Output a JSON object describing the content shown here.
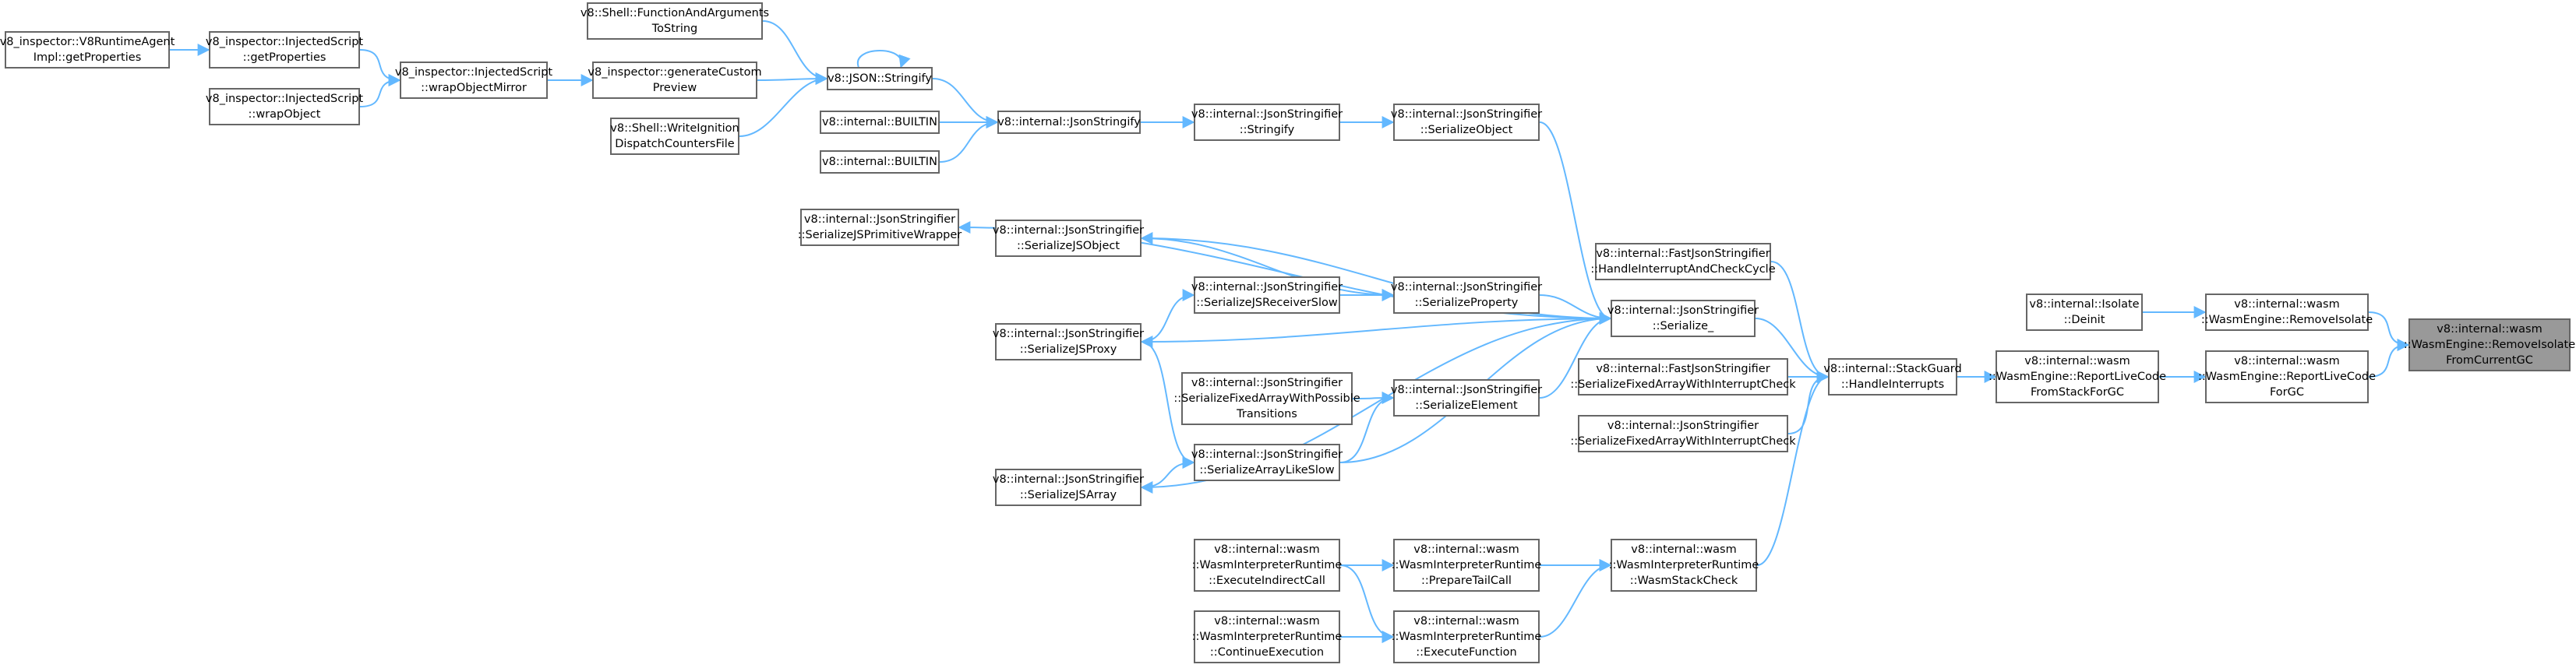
{
  "colors": {
    "edge": "#63b8ff",
    "node_border": "#666666",
    "focus_fill": "#999999",
    "node_fill": "#ffffff"
  },
  "nodes": [
    {
      "id": "n0",
      "lines": [
        "v8::internal::wasm",
        "::WasmEngine::RemoveIsolate",
        "FromCurrentGC"
      ],
      "focus": true
    },
    {
      "id": "n1",
      "lines": [
        "v8::internal::wasm",
        "::WasmEngine::RemoveIsolate"
      ]
    },
    {
      "id": "n2",
      "lines": [
        "v8::internal::wasm",
        "::WasmEngine::ReportLiveCode",
        "ForGC"
      ]
    },
    {
      "id": "n3",
      "lines": [
        "v8::internal::Isolate",
        "::Deinit"
      ]
    },
    {
      "id": "n4",
      "lines": [
        "v8::internal::wasm",
        "::WasmEngine::ReportLiveCode",
        "FromStackForGC"
      ]
    },
    {
      "id": "n5",
      "lines": [
        "v8::internal::StackGuard",
        "::HandleInterrupts"
      ]
    },
    {
      "id": "n6",
      "lines": [
        "v8::internal::FastJsonStringifier",
        "::HandleInterruptAndCheckCycle"
      ]
    },
    {
      "id": "n7",
      "lines": [
        "v8::internal::JsonStringifier",
        "::Serialize_"
      ]
    },
    {
      "id": "n8",
      "lines": [
        "v8::internal::FastJsonStringifier",
        "::SerializeFixedArrayWithInterruptCheck"
      ]
    },
    {
      "id": "n9",
      "lines": [
        "v8::internal::JsonStringifier",
        "::SerializeFixedArrayWithInterruptCheck"
      ]
    },
    {
      "id": "n10",
      "lines": [
        "v8::internal::wasm",
        "::WasmInterpreterRuntime",
        "::WasmStackCheck"
      ]
    },
    {
      "id": "n11",
      "lines": [
        "v8::internal::JsonStringifier",
        "::SerializeObject"
      ]
    },
    {
      "id": "n12",
      "lines": [
        "v8::internal::JsonStringifier",
        "::Stringify"
      ]
    },
    {
      "id": "n13",
      "lines": [
        "v8::internal::JsonStringify"
      ]
    },
    {
      "id": "n14",
      "lines": [
        "v8::JSON::Stringify"
      ]
    },
    {
      "id": "n15",
      "lines": [
        "v8::internal::BUILTIN"
      ]
    },
    {
      "id": "n16",
      "lines": [
        "v8::internal::BUILTIN"
      ]
    },
    {
      "id": "n17",
      "lines": [
        "v8::Shell::FunctionAndArguments",
        "ToString"
      ]
    },
    {
      "id": "n18",
      "lines": [
        "v8_inspector::generateCustom",
        "Preview"
      ]
    },
    {
      "id": "n19",
      "lines": [
        "v8::Shell::WriteIgnition",
        "DispatchCountersFile"
      ]
    },
    {
      "id": "n20",
      "lines": [
        "v8_inspector::InjectedScript",
        "::wrapObjectMirror"
      ]
    },
    {
      "id": "n21",
      "lines": [
        "v8_inspector::InjectedScript",
        "::getProperties"
      ]
    },
    {
      "id": "n22",
      "lines": [
        "v8_inspector::InjectedScript",
        "::wrapObject"
      ]
    },
    {
      "id": "n23",
      "lines": [
        "v8_inspector::V8RuntimeAgent",
        "Impl::getProperties"
      ]
    },
    {
      "id": "n24",
      "lines": [
        "v8::internal::JsonStringifier",
        "::SerializeJSPrimitiveWrapper"
      ]
    },
    {
      "id": "n25",
      "lines": [
        "v8::internal::JsonStringifier",
        "::SerializeJSObject"
      ]
    },
    {
      "id": "n26",
      "lines": [
        "v8::internal::JsonStringifier",
        "::SerializeJSReceiverSlow"
      ]
    },
    {
      "id": "n27",
      "lines": [
        "v8::internal::JsonStringifier",
        "::SerializeProperty"
      ]
    },
    {
      "id": "n28",
      "lines": [
        "v8::internal::JsonStringifier",
        "::SerializeJSProxy"
      ]
    },
    {
      "id": "n29",
      "lines": [
        "v8::internal::JsonStringifier",
        "::SerializeFixedArrayWithPossible",
        "Transitions"
      ]
    },
    {
      "id": "n30",
      "lines": [
        "v8::internal::JsonStringifier",
        "::SerializeElement"
      ]
    },
    {
      "id": "n31",
      "lines": [
        "v8::internal::JsonStringifier",
        "::SerializeArrayLikeSlow"
      ]
    },
    {
      "id": "n32",
      "lines": [
        "v8::internal::JsonStringifier",
        "::SerializeJSArray"
      ]
    },
    {
      "id": "n33",
      "lines": [
        "v8::internal::wasm",
        "::WasmInterpreterRuntime",
        "::PrepareTailCall"
      ]
    },
    {
      "id": "n34",
      "lines": [
        "v8::internal::wasm",
        "::WasmInterpreterRuntime",
        "::ExecuteFunction"
      ]
    },
    {
      "id": "n35",
      "lines": [
        "v8::internal::wasm",
        "::WasmInterpreterRuntime",
        "::ExecuteIndirectCall"
      ]
    },
    {
      "id": "n36",
      "lines": [
        "v8::internal::wasm",
        "::WasmInterpreterRuntime",
        "::ContinueExecution"
      ]
    }
  ],
  "edges": [
    [
      "n1",
      "n0"
    ],
    [
      "n2",
      "n0"
    ],
    [
      "n3",
      "n1"
    ],
    [
      "n4",
      "n2"
    ],
    [
      "n5",
      "n4"
    ],
    [
      "n6",
      "n5"
    ],
    [
      "n7",
      "n5"
    ],
    [
      "n8",
      "n5"
    ],
    [
      "n9",
      "n5"
    ],
    [
      "n10",
      "n5"
    ],
    [
      "n11",
      "n7"
    ],
    [
      "n12",
      "n11"
    ],
    [
      "n13",
      "n12"
    ],
    [
      "n14",
      "n13"
    ],
    [
      "n15",
      "n13"
    ],
    [
      "n16",
      "n13"
    ],
    [
      "n17",
      "n14"
    ],
    [
      "n18",
      "n14"
    ],
    [
      "n19",
      "n14"
    ],
    [
      "n14",
      "n14"
    ],
    [
      "n20",
      "n18"
    ],
    [
      "n21",
      "n20"
    ],
    [
      "n22",
      "n20"
    ],
    [
      "n23",
      "n21"
    ],
    [
      "n7",
      "n24"
    ],
    [
      "n7",
      "n25"
    ],
    [
      "n7",
      "n28"
    ],
    [
      "n7",
      "n32"
    ],
    [
      "n25",
      "n27"
    ],
    [
      "n26",
      "n27"
    ],
    [
      "n27",
      "n7"
    ],
    [
      "n30",
      "n7"
    ],
    [
      "n31",
      "n7"
    ],
    [
      "n28",
      "n26"
    ],
    [
      "n28",
      "n31"
    ],
    [
      "n29",
      "n30"
    ],
    [
      "n31",
      "n30"
    ],
    [
      "n32",
      "n31"
    ],
    [
      "n33",
      "n10"
    ],
    [
      "n34",
      "n10"
    ],
    [
      "n35",
      "n33"
    ],
    [
      "n35",
      "n34"
    ],
    [
      "n36",
      "n34"
    ]
  ]
}
